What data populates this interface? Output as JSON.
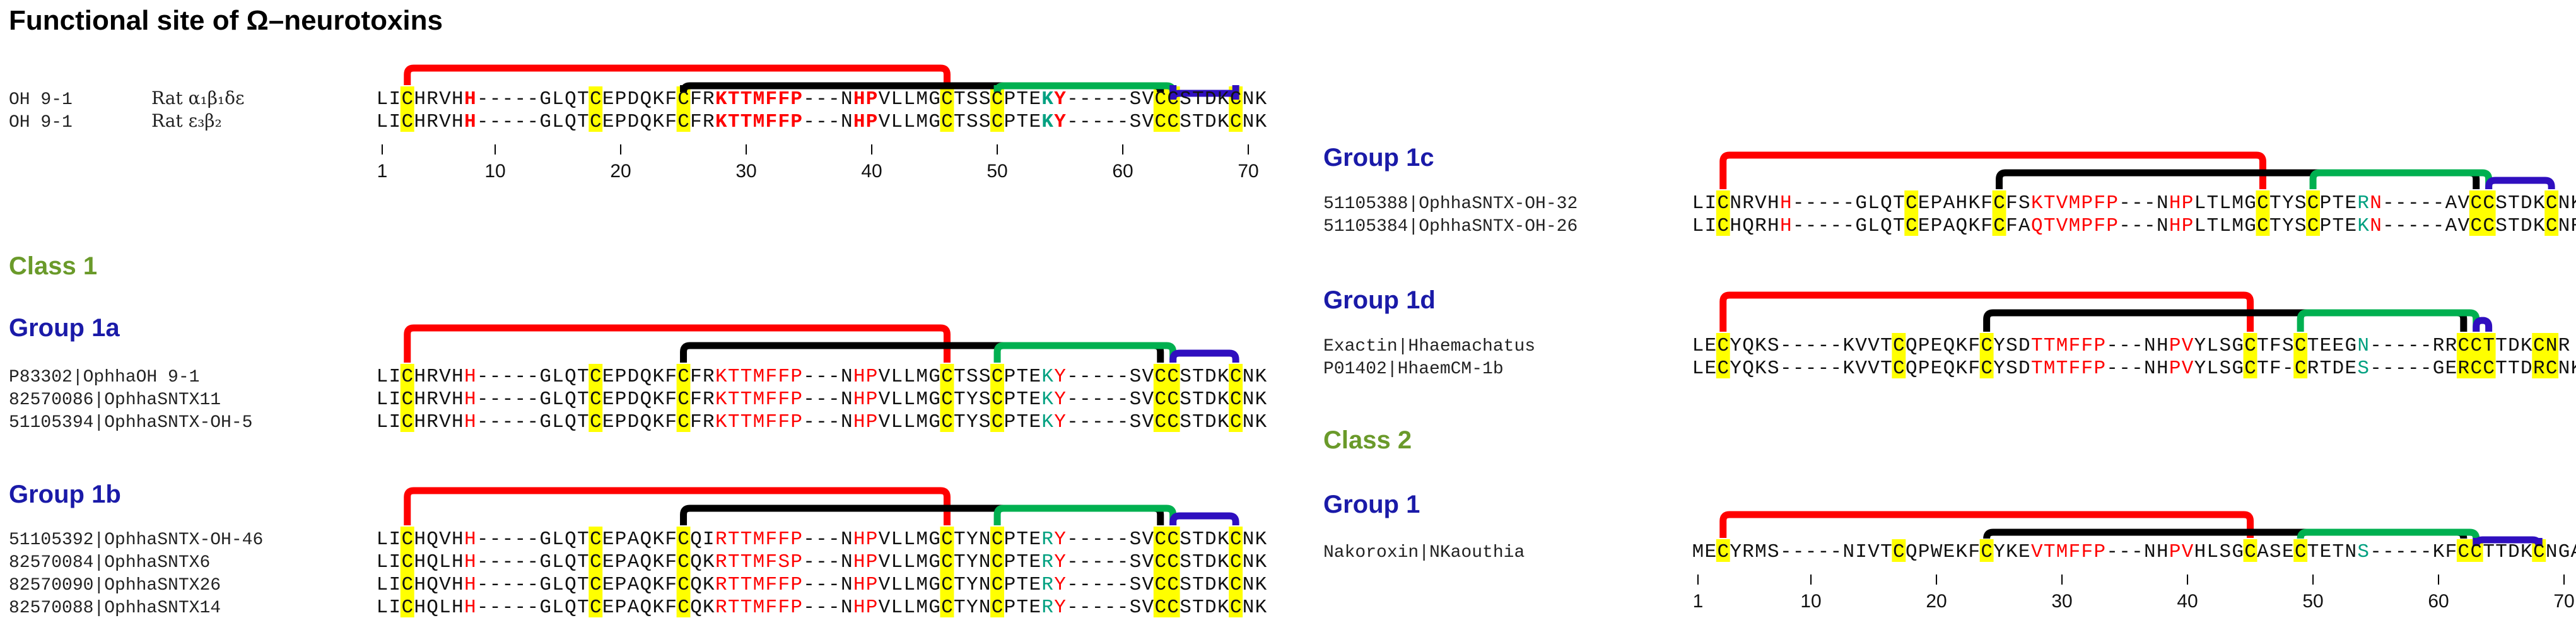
{
  "title": "Functional site of Ω–neurotoxins",
  "colors": {
    "red_bridge": "#ff0000",
    "black_bridge": "#000000",
    "green_bridge": "#00b050",
    "blue_bridge": "#2f0fbf",
    "cys_highlight": "#ffff00",
    "residue_red": "#ff0000",
    "residue_teal": "#00a080",
    "class_heading": "#6a9a2a",
    "group_heading": "#1a1aa8"
  },
  "headings": {
    "class1": "Class 1",
    "group1a": "Group 1a",
    "group1b": "Group 1b",
    "group1c": "Group 1c",
    "group1d": "Group 1d",
    "class2": "Class 2",
    "class2_group1": "Group 1"
  },
  "blocks": [
    {
      "id": "top",
      "rows": [
        {
          "name": "OH 9-1",
          "target": "Rat α₁β₁δε",
          "seq": "LICHRVHH-----GLQTCEPDQKFCFRKTTMFFP---NHPVLLMGCTSSCPTEKY-----SVCCSTDKCNK"
        },
        {
          "name": "OH 9-1",
          "target": "Rat ε₃β₂",
          "seq": "LICHRVHH-----GLQTCEPDQKFCFRKTTMFFP---NHPVLLMGCTSSCPTEKY-----SVCCSTDKCNK"
        }
      ],
      "axis": [
        "1",
        "10",
        "20",
        "30",
        "40",
        "50",
        "60",
        "70"
      ]
    },
    {
      "id": "group1a",
      "rows": [
        {
          "name": "P83302|OphhaOH 9-1",
          "seq": "LICHRVHH-----GLQTCEPDQKFCFRKTTMFFP---NHPVLLMGCTSSCPTEKY-----SVCCSTDKCNK"
        },
        {
          "name": "82570086|OphhaSNTX11",
          "seq": "LICHRVHH-----GLQTCEPDQKFCFRKTTMFFP---NHPVLLMGCTYSCPTEKY-----SVCCSTDKCNK"
        },
        {
          "name": "51105394|OphhaSNTX-OH-5",
          "seq": "LICHRVHH-----GLQTCEPDQKFCFRKTTMFFP---NHPVLLMGCTYSCPTEKY-----SVCCSTDKCNK"
        }
      ]
    },
    {
      "id": "group1b",
      "rows": [
        {
          "name": "51105392|OphhaSNTX-OH-46",
          "seq": "LICHQVHH-----GLQTCEPAQKFCQIRTTMFFP---NHPVLLMGCTYNCPTERY-----SVCCSTDKCNK"
        },
        {
          "name": "82570084|OphhaSNTX6",
          "seq": "LICHQLHH-----GLQTCEPAQKFCQKRTTMFSP---NHPVLLMGCTYNCPTERY-----SVCCSTDKCNK"
        },
        {
          "name": "82570090|OphhaSNTX26",
          "seq": "LICHQVHH-----GLQTCEPAQKFCQKRTTMFFP---NHPVLLMGCTYNCPTERY-----SVCCSTDKCNK"
        },
        {
          "name": "82570088|OphhaSNTX14",
          "seq": "LICHQLHH-----GLQTCEPAQKFCQKRTTMFFP---NHPVLLMGCTYNCPTERY-----SVCCSTDKCNK"
        }
      ]
    },
    {
      "id": "group1c",
      "rows": [
        {
          "name": "51105388|OphhaSNTX-OH-32",
          "seq": "LICNRVHH-----GLQTCEPAHKFCFSKTVMPFP---NHPLTLMGCTYSCPTERN-----AVCCSTDKCNK"
        },
        {
          "name": "51105384|OphhaSNTX-OH-26",
          "seq": "LICHQRHH-----GLQTCEPAQKFCFAQTVMPFP---NHPLTLMGCTYSCPTEKN-----AVCCSTDKCNR"
        }
      ]
    },
    {
      "id": "group1d",
      "rows": [
        {
          "name": "Exactin|Hhaemachatus",
          "seq": "LECYQKS-----KVVTCQPEQKFCYSDTTMFFP---NHPVYLSGCTFSCTEEGN-----RRCCTTDKCNR"
        },
        {
          "name": "P01402|HhaemCM-1b",
          "seq": "LECYQKS-----KVVTCQPEQKFCYSDTMTFFP---NHPVYLSGCTF-CRTDES-----GERCCTTDRCNK"
        }
      ]
    },
    {
      "id": "class2group1",
      "rows": [
        {
          "name": "Nakoroxin|NKaouthia",
          "seq": "MECYRMS-----NIVTCQPWEKFCYKEVTMFFP---NHPVHLSGCASECTETNS-----KFCCTTDKCNGAGSG"
        }
      ],
      "axis": [
        "1",
        "10",
        "20",
        "30",
        "40",
        "50",
        "60",
        "70"
      ]
    }
  ]
}
